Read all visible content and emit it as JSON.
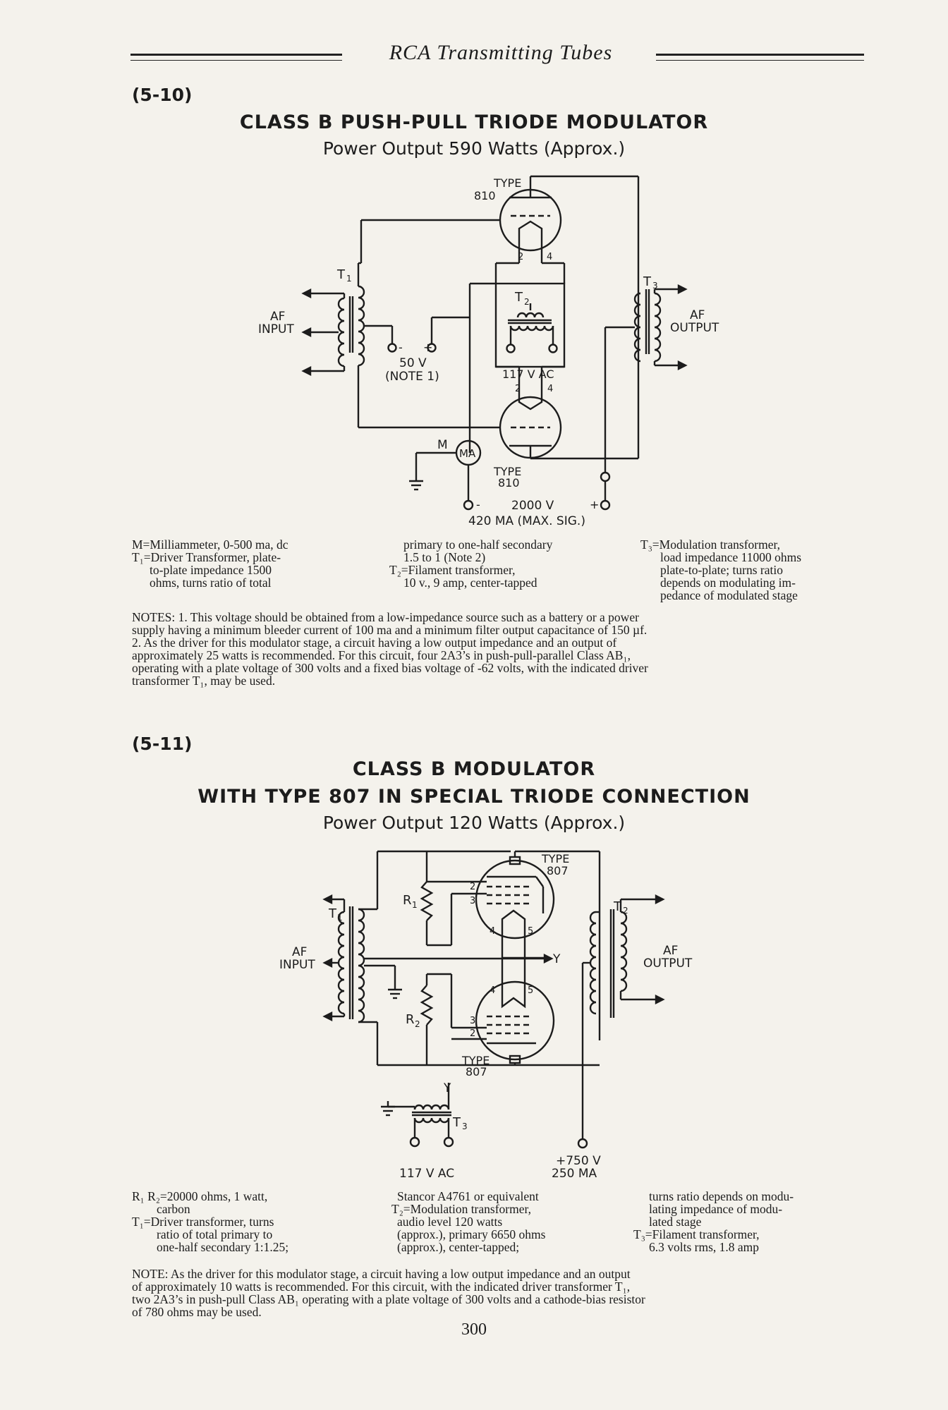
{
  "header": {
    "title": "RCA Transmitting Tubes"
  },
  "fig1": {
    "number": "(5-10)",
    "title": "CLASS B PUSH-PULL TRIODE MODULATOR",
    "subtitle": "Power Output 590 Watts (Approx.)",
    "labels": {
      "type_top": "TYPE",
      "tube_top": "810",
      "t1": "T",
      "t1_sub": "1",
      "t2": "T",
      "t2_sub": "2",
      "t3": "T",
      "t3_sub": "3",
      "af_in_1": "AF",
      "af_in_2": "INPUT",
      "af_out_1": "AF",
      "af_out_2": "OUTPUT",
      "pin2_top": "2",
      "pin4_top": "4",
      "pin2_bot": "2",
      "pin4_bot": "4",
      "minus": "-",
      "plus": "+",
      "bias_v": "50 V",
      "bias_note": "(NOTE 1)",
      "ac": "117 V AC",
      "m": "M",
      "ma": "MA",
      "type_bot": "TYPE",
      "tube_bot": "810",
      "hv_minus": "-",
      "hv": "2000 V",
      "hv_plus": "+",
      "hv_current": "420 MA (MAX. SIG.)"
    },
    "legend_col1": [
      "M=Milliammeter, 0-500 ma, dc",
      "T₁=Driver Transformer, plate-",
      "to-plate impedance 1500",
      "ohms, turns ratio of total"
    ],
    "legend_col2": [
      "primary to one-half secondary",
      "1.5 to 1 (Note 2)",
      "T₂=Filament transformer,",
      "10 v., 9 amp, center-tapped"
    ],
    "legend_col3": [
      "T₃=Modulation transformer,",
      "load impedance 11000 ohms",
      "plate-to-plate; turns ratio",
      "depends on modulating im-",
      "pedance of modulated stage"
    ],
    "notes": [
      "NOTES: 1. This voltage should be obtained from a low-impedance source such as a battery or a power",
      "supply having a minimum bleeder current of 100 ma and a minimum filter output capacitance of 150 µf.",
      "2. As the driver for this modulator stage, a circuit having a low output impedance and an output of",
      "approximately 25 watts is recommended. For this circuit, four 2A3’s in push-pull-parallel Class AB₁,",
      "operating with a plate voltage of 300 volts and a fixed bias voltage of -62 volts, with the indicated driver",
      "transformer T₁, may be used."
    ]
  },
  "fig2": {
    "number": "(5-11)",
    "title_1": "CLASS B MODULATOR",
    "title_2": "WITH TYPE 807 IN SPECIAL TRIODE CONNECTION",
    "subtitle": "Power Output 120 Watts (Approx.)",
    "labels": {
      "type_top": "TYPE",
      "tube_top": "807",
      "t1": "T",
      "t1_sub": "1",
      "t2": "T",
      "t2_sub": "2",
      "t3": "T",
      "t3_sub": "3",
      "r1": "R",
      "r1_sub": "1",
      "r2": "R",
      "r2_sub": "2",
      "af_in_1": "AF",
      "af_in_2": "INPUT",
      "af_out_1": "AF",
      "af_out_2": "OUTPUT",
      "p2a": "2",
      "p3a": "3",
      "p4a": "4",
      "p5a": "5",
      "p4b": "4",
      "p5b": "5",
      "p3b": "3",
      "p2b": "2",
      "y1": "Y",
      "y2": "Y",
      "type_bot": "TYPE",
      "tube_bot": "807",
      "ac": "117 V AC",
      "hv": "+750 V",
      "hv_current": "250 MA"
    },
    "legend_col1": [
      "R₁ R₂=20000 ohms, 1 watt,",
      "carbon",
      "T₁=Driver transformer, turns",
      "ratio of total primary to",
      "one-half secondary 1:1.25;"
    ],
    "legend_col2": [
      "Stancor A4761 or equivalent",
      "T₂=Modulation transformer,",
      "audio level 120 watts",
      "(approx.), primary 6650 ohms",
      "(approx.), center-tapped;"
    ],
    "legend_col3": [
      "turns ratio depends on modu-",
      "lating impedance of modu-",
      "lated stage",
      "T₃=Filament transformer,",
      "6.3 volts rms, 1.8 amp"
    ],
    "notes": [
      "NOTE: As the driver for this modulator stage, a circuit having a low output impedance and an output",
      "of approximately 10 watts is recommended. For this circuit, with the indicated driver transformer T₁,",
      "two 2A3’s in push-pull Class AB₁ operating with a plate voltage of 300 volts and a cathode-bias resistor",
      "of 780 ohms may be used."
    ]
  },
  "page_number": "300"
}
